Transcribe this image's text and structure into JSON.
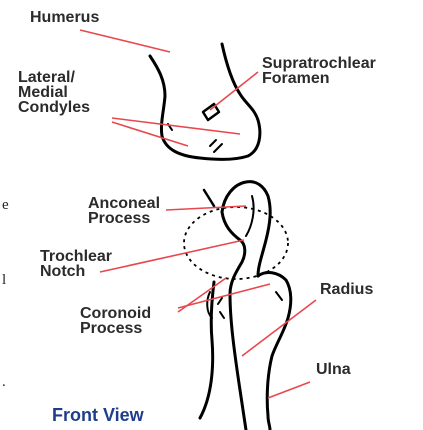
{
  "labels": {
    "humerus": "Humerus",
    "supratrochlear_foramen": "Supratrochlear\nForamen",
    "condyles": "Lateral/\nMedial\nCondyles",
    "anconeal_process": "Anconeal\nProcess",
    "trochlear_notch": "Trochlear\nNotch",
    "coronoid_process": "Coronoid\nProcess",
    "radius": "Radius",
    "ulna": "Ulna"
  },
  "caption": "Front View",
  "edge_fragments": [
    "e",
    "l",
    "."
  ],
  "colors": {
    "leader_line": "#e8484d",
    "outline": "#000000",
    "label_text": "#2b2b2b",
    "caption_text": "#1f3d8c"
  }
}
